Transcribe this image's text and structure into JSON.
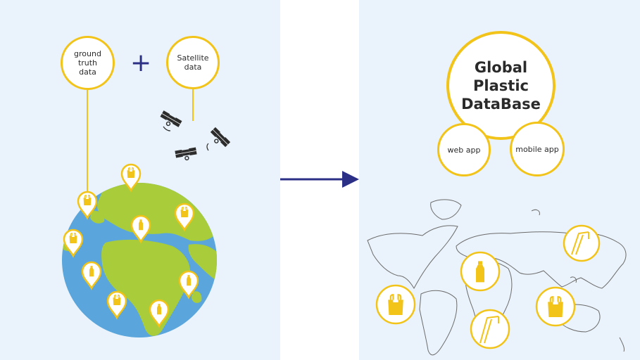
{
  "left": {
    "ground_truth": {
      "line1": "ground",
      "line2": "truth",
      "line3": "data"
    },
    "plus": "+",
    "satellite": {
      "line1": "Satellite",
      "line2": "data"
    }
  },
  "right": {
    "database": {
      "line1": "Global",
      "line2": "Plastic",
      "line3": "DataBase"
    },
    "web_app": "web app",
    "mobile_app": "mobile app"
  },
  "colors": {
    "panel_bg": "#eaf3fb",
    "accent_yellow": "#f2c318",
    "arrow_navy": "#2b2f86",
    "ocean_blue": "#5aa6dc",
    "land_green": "#a9cc3a"
  },
  "icons": [
    "satellite-icon",
    "map-pin-icon",
    "plastic-bag-icon",
    "plastic-bottle-icon",
    "plastic-straw-icon",
    "arrow-right-icon",
    "globe-icon",
    "world-map-icon"
  ]
}
